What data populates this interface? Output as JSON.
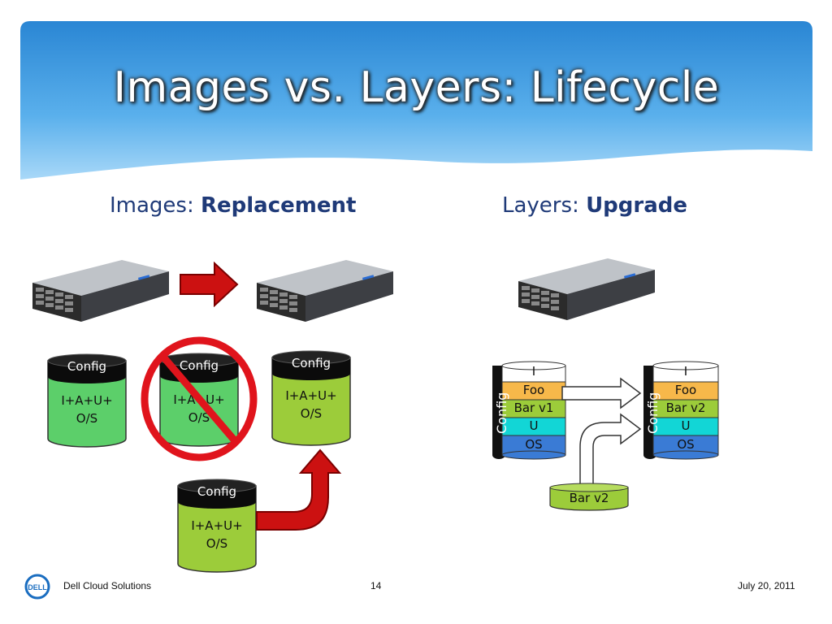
{
  "slide": {
    "title": "Images vs. Layers: Lifecycle",
    "left_heading": {
      "prefix": "Images: ",
      "bold": "Replacement"
    },
    "right_heading": {
      "prefix": "Layers: ",
      "bold": "Upgrade"
    }
  },
  "images_side": {
    "cylinders": [
      {
        "config_label": "Config",
        "line1": "I+A+U+",
        "line2": "O/S",
        "color": "#5ccf6a"
      },
      {
        "config_label": "Config",
        "line1": "I+A+U+",
        "line2": "O/S",
        "color": "#5ccf6a",
        "crossed_out": true
      },
      {
        "config_label": "Config",
        "line1": "I+A+U+",
        "line2": "O/S",
        "color": "#9ccc3a"
      },
      {
        "config_label": "Config",
        "line1": "I+A+U+",
        "line2": "O/S",
        "color": "#9ccc3a"
      }
    ]
  },
  "layers_side": {
    "stacks": [
      {
        "config_label": "Config",
        "layers": [
          "I",
          "Foo",
          "Bar v1",
          "U",
          "OS"
        ]
      },
      {
        "config_label": "Config",
        "layers": [
          "I",
          "Foo",
          "Bar v2",
          "U",
          "OS"
        ]
      }
    ],
    "upgrade_cylinder": {
      "label": "Bar v2"
    }
  },
  "colors": {
    "header_blue": "#2e8fd8",
    "heading_blue": "#1f3a78",
    "arrow_red": "#cc1111",
    "prohibit_red": "#e0141c",
    "layer_white": "#ffffff",
    "layer_orange": "#f7b84a",
    "layer_green": "#9ccc3a",
    "layer_cyan": "#12d6d6",
    "layer_blue": "#3a7bd5"
  },
  "footer": {
    "logo_text": "DELL",
    "company": "Dell Cloud Solutions",
    "page_number": "14",
    "date": "July 20, 2011"
  }
}
